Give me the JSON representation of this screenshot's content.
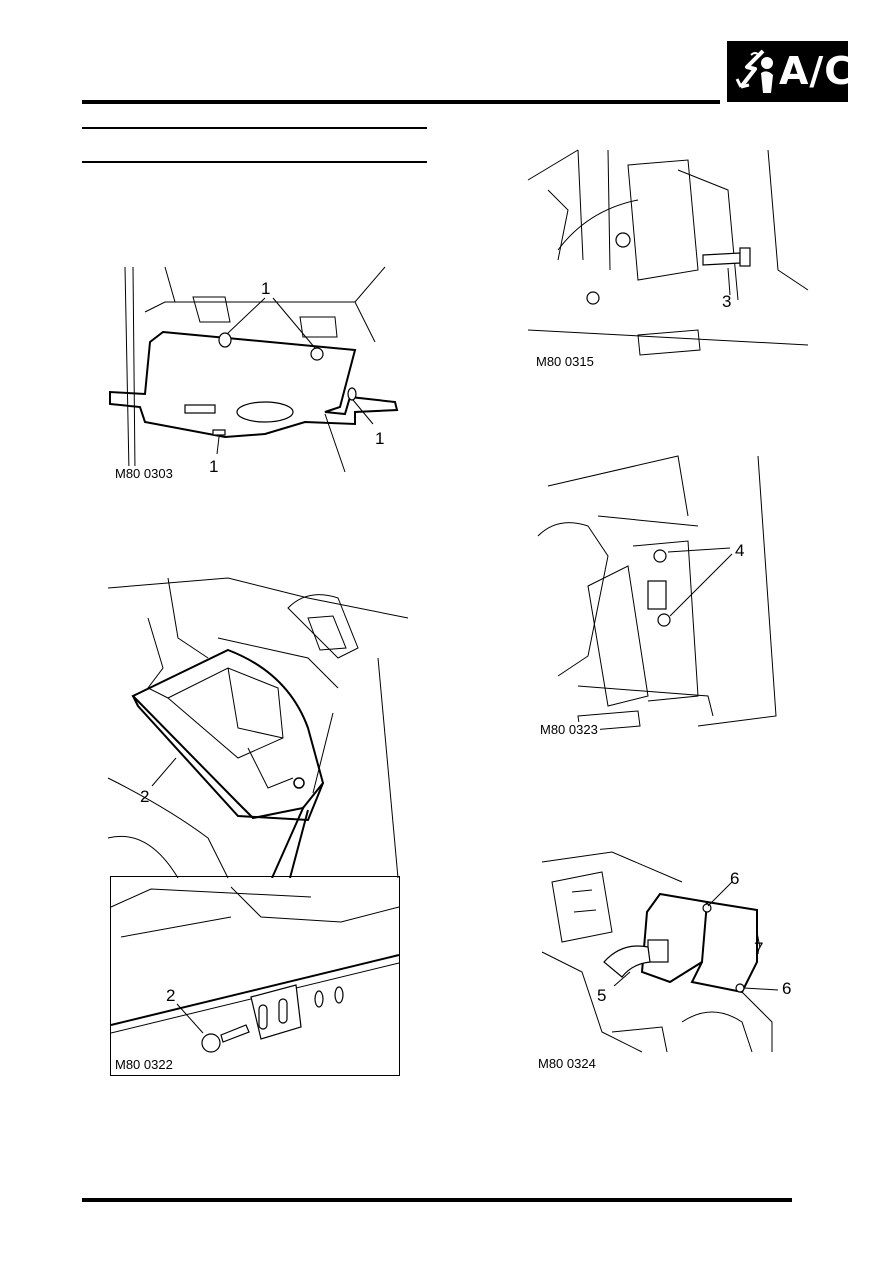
{
  "header": {
    "badge_label": "A/C",
    "badge_icon": "air-conditioning-fan-icon"
  },
  "figures": [
    {
      "code": "M80 0303",
      "callouts": [
        "1",
        "1",
        "1"
      ]
    },
    {
      "code": "M80 0322",
      "callouts": [
        "2",
        "2"
      ]
    },
    {
      "code": "M80 0315",
      "callouts": [
        "3"
      ]
    },
    {
      "code": "M80 0323",
      "callouts": [
        "4"
      ]
    },
    {
      "code": "M80 0324",
      "callouts": [
        "6",
        "7",
        "5",
        "6"
      ]
    }
  ]
}
